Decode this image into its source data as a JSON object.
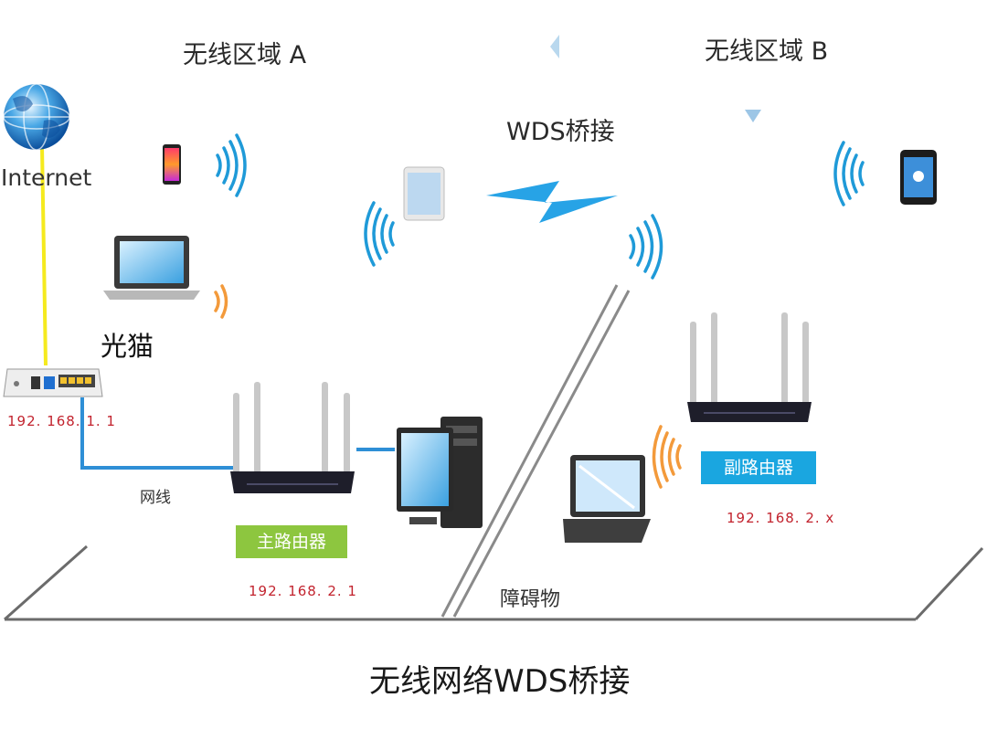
{
  "zones": {
    "a": "无线区域 A",
    "b": "无线区域 B"
  },
  "internet_label": "Internet",
  "modem": {
    "label": "光猫",
    "ip": "192. 168. 1. 1"
  },
  "cable_label": "网线",
  "bridge_label": "WDS桥接",
  "main_router": {
    "label": "主路由器",
    "ip": "192. 168. 2. 1",
    "color": "#8dc63f"
  },
  "sub_router": {
    "label": "副路由器",
    "ip": "192. 168. 2. x",
    "color": "#1aa6e0"
  },
  "obstacle_label": "障碍物",
  "caption": "无线网络WDS桥接",
  "colors": {
    "wifi_blue": "#1f9ad8",
    "wifi_orange": "#f39a3b",
    "cable_yellow": "#f5ea1e",
    "cable_blue": "#2e8fd6",
    "ip_red": "#c2232e"
  },
  "icons": [
    "globe-icon",
    "phone-icon",
    "laptop-icon",
    "tablet-icon",
    "modem-icon",
    "router-icon",
    "desktop-icon",
    "apple-phone-icon",
    "lightning-icon",
    "wifi-wave-icon"
  ]
}
